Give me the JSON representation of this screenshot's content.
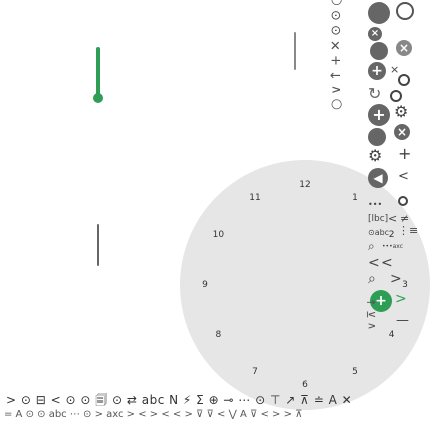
{
  "clock": {
    "numbers": [
      "12",
      "1",
      "2",
      "3",
      "4",
      "5",
      "6",
      "7",
      "8",
      "9",
      "10",
      "11"
    ]
  },
  "sliders": {
    "green_slider_level": 0.0,
    "gray_slider_level": 0.5
  },
  "icons": {
    "column": [
      "circle-outline-icon",
      "minus-filled-circle-icon",
      "close-filled-circle-icon",
      "close-outline-circle-icon",
      "minus-filled-circle-icon",
      "plus-filled-circle-icon",
      "close-icon",
      "search-outline-icon",
      "refresh-icon",
      "search-icon",
      "plus-filled-circle-icon",
      "settings-icon",
      "close-filled-circle-icon",
      "settings-icon",
      "plus-icon",
      "back-filled-circle-icon",
      "back-icon",
      "more-icon",
      "dropdown-icon",
      "abc-list-icon",
      "back-icon",
      "not-equal-icon",
      "abc-icon",
      "list-icon",
      "search-icon",
      "abc-small-icon",
      "back-icon",
      "forward-icon",
      "search-icon",
      "forward-icon",
      "forward-filled-circle-icon",
      "forward-icon",
      "minus-icon"
    ],
    "bottom_row_1": "> ⊙  ⊟ < ⊙  ⊙ 🗐 ⊙ ⇄ abc N ⚡ Σ ⊕ ⊸ ⋯ ⊙ ⊤ ↗ ⊼ ≐ A ✕",
    "bottom_row_2": "= A ⊙ ⊙ abc ⋯ ⊙ > axc   > < > <   < >   ⊽ ⊽ <   ⋁ A ⊽   < > > ⊼"
  },
  "labels": {
    "abc": "abc",
    "dots": "•••",
    "axc": "axc"
  }
}
